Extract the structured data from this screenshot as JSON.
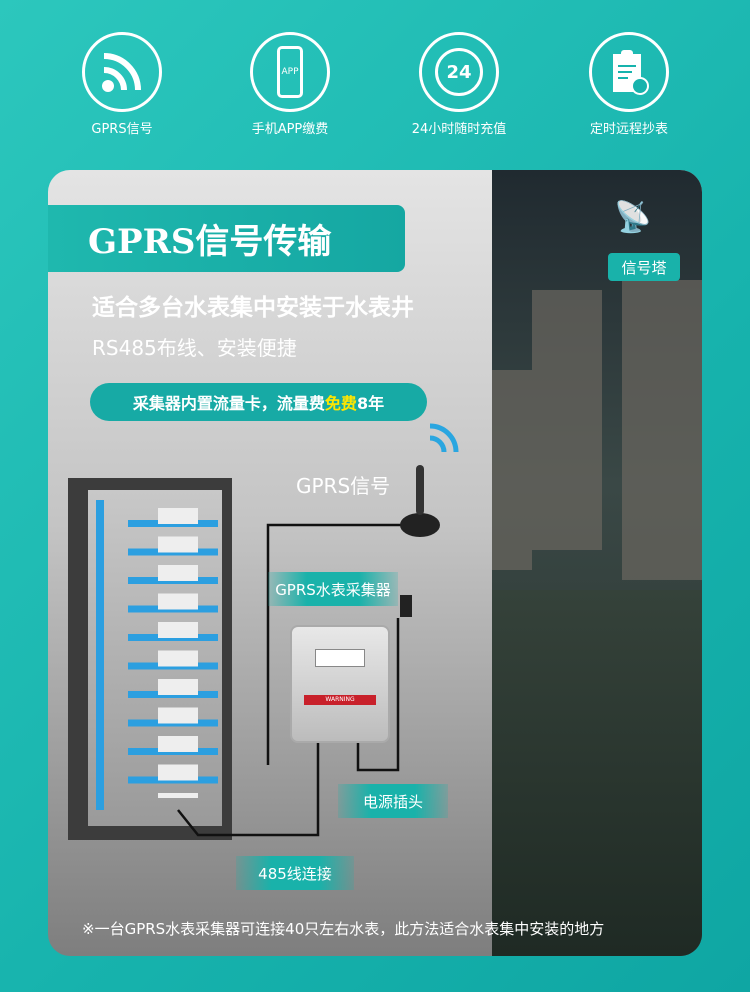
{
  "features": [
    {
      "label": "GPRS信号",
      "icon": "wifi-signal-icon"
    },
    {
      "label": "手机APP缴费",
      "icon": "phone-app-icon",
      "icon_text": "APP"
    },
    {
      "label": "24小时随时充值",
      "icon": "stopwatch-24-icon",
      "icon_text": "24"
    },
    {
      "label": "定时远程抄表",
      "icon": "clipboard-meter-icon"
    }
  ],
  "card": {
    "title": "GPRS信号传输",
    "subtitle": "适合多台水表集中安装于水表井",
    "subtitle2": "RS485布线、安装便捷",
    "pill_prefix": "采集器内置流量卡，流量费",
    "pill_highlight": "免费",
    "pill_suffix": "8年",
    "tower_label": "信号塔",
    "gprs_signal": "GPRS信号",
    "collector_label": "GPRS水表采集器",
    "power_label": "电源插头",
    "rs485_label": "485线连接",
    "footnote": "※一台GPRS水表采集器可连接40只左右水表，此方法适合水表集中安装的地方",
    "warning_text": "WARNING"
  },
  "colors": {
    "teal": "#17b3ad",
    "highlight": "#ffe600"
  }
}
